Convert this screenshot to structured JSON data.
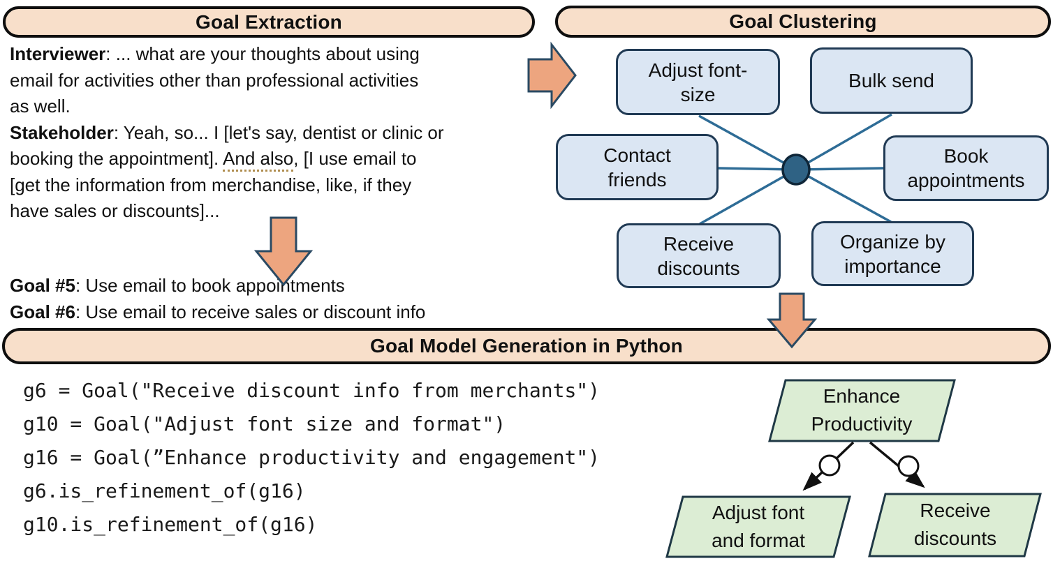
{
  "headers": {
    "extraction": "Goal Extraction",
    "clustering": "Goal Clustering",
    "generation": "Goal Model Generation in Python"
  },
  "extraction": {
    "dialogue": [
      [
        {
          "b": "Interviewer"
        },
        {
          "t": ": ... what are your thoughts about using"
        }
      ],
      [
        {
          "t": "email for activities other than professional activities"
        }
      ],
      [
        {
          "t": "as well."
        }
      ],
      [
        {
          "b": "Stakeholder"
        },
        {
          "t": ": Yeah, so... I [let's say, dentist or clinic or"
        }
      ],
      [
        {
          "t": "booking the appointment]. "
        },
        {
          "u": "And also"
        },
        {
          "t": ", [I use email to"
        }
      ],
      [
        {
          "t": "[get the information from merchandise, like, if they"
        }
      ],
      [
        {
          "t": "have sales or discounts]..."
        }
      ]
    ],
    "goals": [
      [
        {
          "b": "Goal #5"
        },
        {
          "t": ": Use email to book appointments"
        }
      ],
      [
        {
          "b": "Goal #6"
        },
        {
          "t": ": Use email to receive sales or discount info"
        }
      ]
    ]
  },
  "clustering": {
    "nodes": [
      {
        "label": "Adjust font-\nsize"
      },
      {
        "label": "Bulk send"
      },
      {
        "label": "Contact\nfriends"
      },
      {
        "label": "Book\nappointments"
      },
      {
        "label": "Receive\ndiscounts"
      },
      {
        "label": "Organize by\nimportance"
      }
    ]
  },
  "generation": {
    "code": [
      "g6 = Goal(\"Receive discount info from merchants\")",
      "g10 = Goal(\"Adjust font size and format\")",
      "g16 = Goal(”Enhance productivity and engagement\")",
      "g6.is_refinement_of(g16)",
      "g10.is_refinement_of(g16)"
    ],
    "tree": {
      "root": "Enhance\nProductivity",
      "children": [
        "Adjust font\nand format",
        "Receive\ndiscounts"
      ]
    }
  },
  "colors": {
    "header_fill": "#F8DFCA",
    "header_border": "#0E0E0E",
    "arrow_fill": "#EDA57F",
    "arrow_border": "#2A4A63",
    "cluster_node_fill": "#DBE6F3",
    "cluster_node_border": "#203A54",
    "cluster_link": "#2E6C96",
    "hub_fill": "#2F6284",
    "hub_border": "#0F2638",
    "goal_node_fill": "#DCEDD4",
    "goal_node_border": "#1F3845",
    "underline_dotted": "#B08D4F",
    "text": "#111111"
  }
}
